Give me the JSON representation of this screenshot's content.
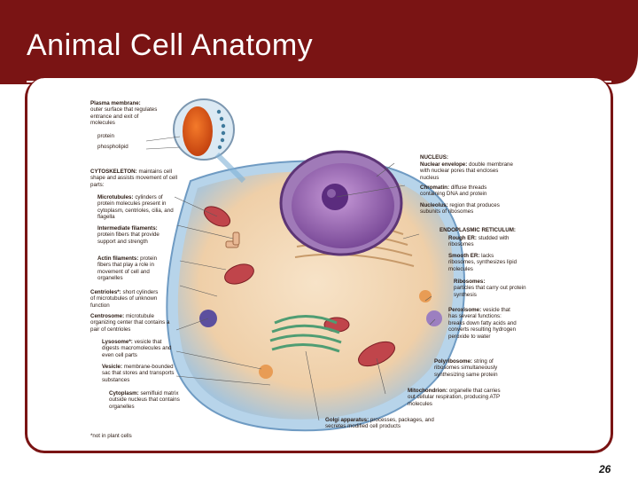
{
  "slide": {
    "title": "Animal Cell Anatomy",
    "page_number": "26",
    "colors": {
      "title_bar": "#7a1414",
      "frame": "#7a1414"
    }
  },
  "labels": {
    "plasma_membrane": {
      "term": "Plasma membrane:",
      "desc": "outer surface that regulates entrance and exit of molecules"
    },
    "protein": "protein",
    "phospholipid": "phospholipid",
    "cytoskeleton": {
      "term": "CYTOSKELETON:",
      "desc": "maintains cell shape and assists movement of cell parts:"
    },
    "microtubules": {
      "term": "Microtubules:",
      "desc": "cylinders of protein molecules present in cytoplasm, centrioles, cilia, and flagella"
    },
    "intermediate_filaments": {
      "term": "Intermediate filaments:",
      "desc": "protein fibers that provide support and strength"
    },
    "actin_filaments": {
      "term": "Actin filaments:",
      "desc": "protein fibers that play a role in movement of cell and organelles"
    },
    "centrioles": {
      "term": "Centrioles*:",
      "desc": "short cylinders of microtubules of unknown function"
    },
    "centrosome": {
      "term": "Centrosome:",
      "desc": "microtubule organizing center that contains a pair of centrioles"
    },
    "lysosome": {
      "term": "Lysosome*:",
      "desc": "vesicle that digests macromolecules and even cell parts"
    },
    "vesicle": {
      "term": "Vesicle:",
      "desc": "membrane-bounded sac that stores and transports substances"
    },
    "cytoplasm": {
      "term": "Cytoplasm:",
      "desc": "semifluid matrix outside nucleus that contains organelles"
    },
    "footnote": "*not in plant cells",
    "nucleus": {
      "term": "NUCLEUS:"
    },
    "nuclear_envelope": {
      "term": "Nuclear envelope:",
      "desc": "double membrane with nuclear pores that encloses nucleus"
    },
    "chromatin": {
      "term": "Chromatin:",
      "desc": "diffuse threads containing DNA and protein"
    },
    "nucleolus": {
      "term": "Nucleolus:",
      "desc": "region that produces subunits of ribosomes"
    },
    "er": {
      "term": "ENDOPLASMIC RETICULUM:"
    },
    "rough_er": {
      "term": "Rough ER:",
      "desc": "studded with ribosomes"
    },
    "smooth_er": {
      "term": "Smooth ER:",
      "desc": "lacks ribosomes, synthesizes lipid molecules"
    },
    "ribosomes": {
      "term": "Ribosomes:",
      "desc": "particles that carry out protein synthesis"
    },
    "peroxisome": {
      "term": "Peroxisome:",
      "desc": "vesicle that has several functions: breaks down fatty acids and converts resulting hydrogen peroxide to water"
    },
    "polyribosome": {
      "term": "Polyribosome:",
      "desc": "string of ribosomes simultaneously synthesizing same protein"
    },
    "mitochondrion": {
      "term": "Mitochondrion:",
      "desc": "organelle that carries out cellular respiration, producing ATP molecules"
    },
    "golgi": {
      "term": "Golgi apparatus:",
      "desc": "processes, packages, and secretes modified cell products"
    }
  }
}
